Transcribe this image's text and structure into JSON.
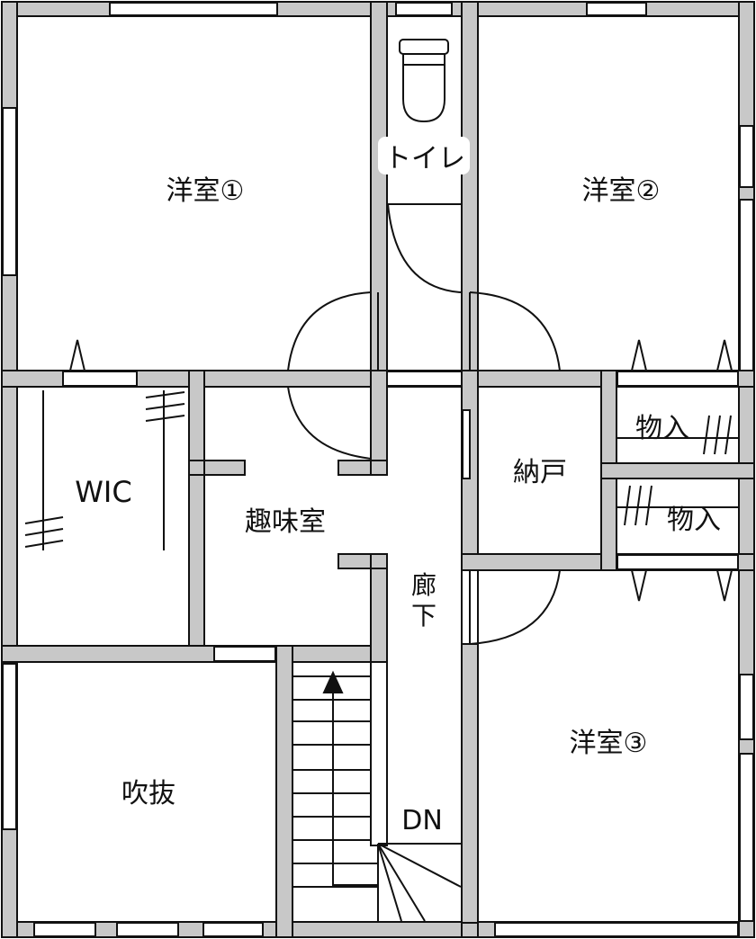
{
  "floor_plan": {
    "rooms": {
      "western_room_1": "洋室①",
      "western_room_2": "洋室②",
      "western_room_3": "洋室③",
      "toilet": "トイレ",
      "walk_in_closet": "WIC",
      "hobby_room": "趣味室",
      "storeroom": "納戸",
      "storage_upper": "物入",
      "storage_lower": "物入",
      "hallway_line1": "廊",
      "hallway_line2": "下",
      "atrium": "吹抜",
      "stairs_down": "DN"
    },
    "colors": {
      "wall": "#c8c8c8",
      "outline": "#111111",
      "background": "#ffffff"
    }
  }
}
